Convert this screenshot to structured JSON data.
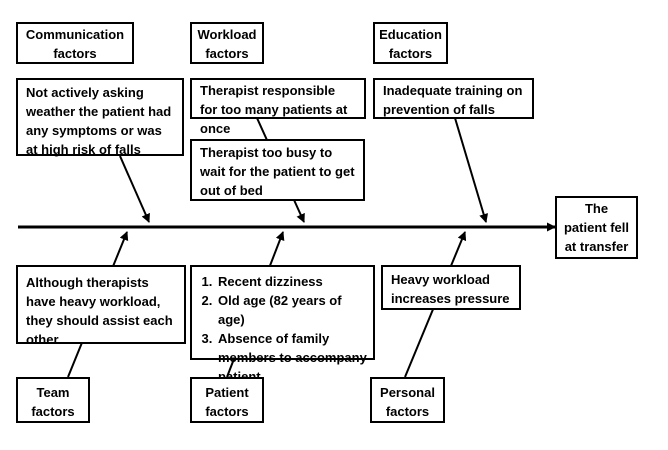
{
  "head": "The patient fell at transfer",
  "categories": {
    "communication": "Communication factors",
    "workload": "Workload factors",
    "education": "Education factors",
    "team": "Team factors",
    "patient": "Patient factors",
    "personal": "Personal factors"
  },
  "causes": {
    "communication": "Not actively asking weather the patient had any symptoms or was at high risk of falls",
    "workload_1": "Therapist responsible for too many patients at once",
    "workload_2": "Therapist too busy to wait for the patient to get out of bed",
    "education": "Inadequate training on prevention of falls",
    "team": "Although therapists have heavy workload, they should assist each other",
    "patient_items": [
      "Recent dizziness",
      "Old age (82 years of age)",
      "Absence of family members to accompany patient"
    ],
    "personal": "Heavy workload increases pressure"
  }
}
